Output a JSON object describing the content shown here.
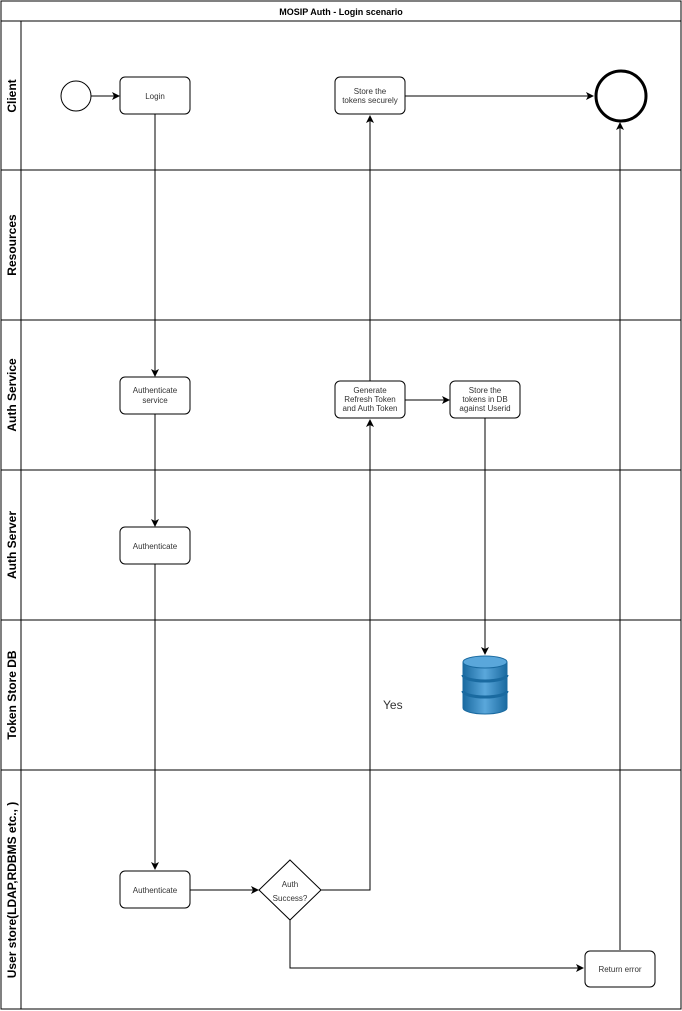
{
  "title": "MOSIP Auth - Login scenario",
  "lanes": [
    {
      "label": "Client"
    },
    {
      "label": "Resources"
    },
    {
      "label": "Auth Service"
    },
    {
      "label": "Auth Server"
    },
    {
      "label": "Token Store DB"
    },
    {
      "label": "User store(LDAP,RDBMS etc., )"
    }
  ],
  "nodes": {
    "login": {
      "label": [
        "Login"
      ]
    },
    "store_securely": {
      "label": [
        "Store the",
        "tokens securely"
      ]
    },
    "authenticate_service": {
      "label": [
        "Authenticate",
        "service"
      ]
    },
    "generate_token": {
      "label": [
        "Generate",
        "Refresh Token",
        "and Auth Token"
      ]
    },
    "store_db": {
      "label": [
        "Store the",
        "tokens in DB",
        "against Userid"
      ]
    },
    "authenticate_server": {
      "label": [
        "Authenticate"
      ]
    },
    "authenticate_userstore": {
      "label": [
        "Authenticate"
      ]
    },
    "auth_success": {
      "label": [
        "Auth",
        "Success?"
      ]
    },
    "return_error": {
      "label": [
        "Return error"
      ]
    }
  },
  "edge_labels": {
    "yes": "Yes"
  },
  "colors": {
    "line": "#000000",
    "box_border": "#000000",
    "db_dark": "#1a6aa0",
    "db_light": "#5aa7db"
  }
}
